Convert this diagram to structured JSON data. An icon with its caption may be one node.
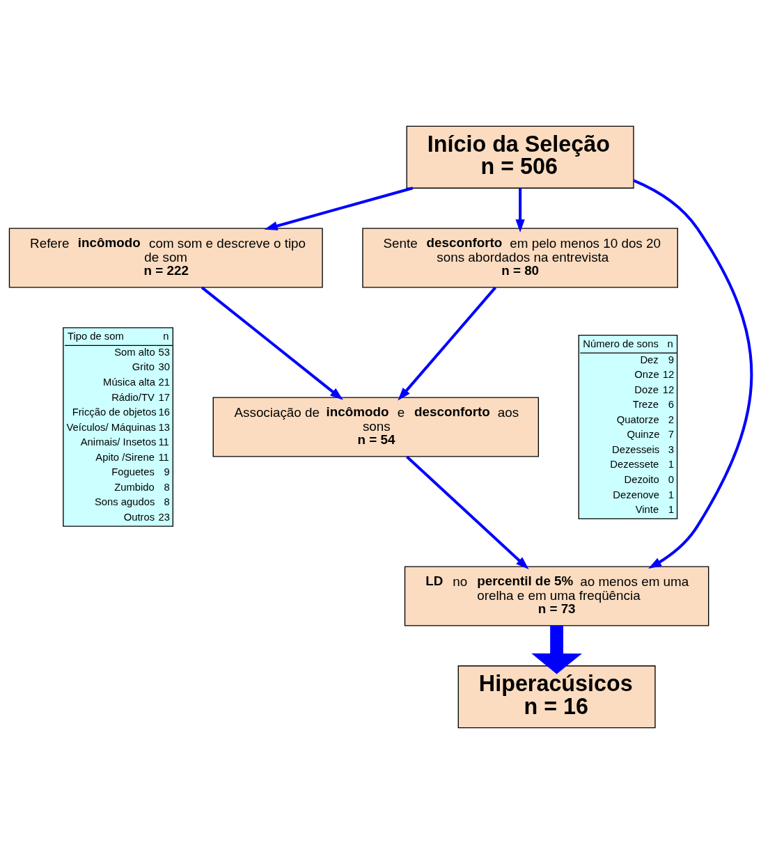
{
  "diagram": {
    "nodes": [
      {
        "text": [
          "Início da Seleção",
          "n = 506"
        ]
      },
      {
        "text": [
          "Refere **incômodo** com som e descreve o tipo de som",
          "**n = 222**"
        ]
      },
      {
        "text": [
          "Sente **desconforto** em pelo menos 10 dos 20 sons abordados na entrevista",
          "**n = 80**"
        ]
      },
      {
        "text": [
          "Tipo de som",
          "n",
          "Som alto",
          "53",
          "Grito",
          "30",
          "Música alta",
          "21",
          "Rádio/TV",
          "17",
          "Fricção de objetos",
          "16",
          "Veículos/ Máquinas",
          "13",
          "Animais/ Insetos",
          "11",
          "Apito /Sirene",
          "11",
          "Foguetes",
          "9",
          "Zumbido",
          "8",
          "Sons agudos",
          "8",
          "Outros",
          "23"
        ]
      },
      {
        "text": [
          "Número de sons",
          "n",
          "Dez",
          "9",
          "Onze",
          "12",
          "Doze",
          "12",
          "Treze",
          "6",
          "Quatorze",
          "2",
          "Quinze",
          "7",
          "Dezesseis",
          "3",
          "Dezessete",
          "1",
          "Dezoito",
          "0",
          "Dezenove",
          "1",
          "Vinte",
          "1"
        ]
      },
      {
        "text": [
          "Associação de **incômodo** e **desconforto** aos sons",
          "**n = 54**"
        ]
      },
      {
        "text": [
          "**LD** no **percentil de 5%** ao menos em uma orelha e em uma freqüência",
          "**n = 73**"
        ]
      },
      {
        "text": [
          "Hiperacúsicos",
          "n = 16"
        ]
      }
    ],
    "edges": [
      {
        "from": 0,
        "to": 1,
        "arrow": "to"
      },
      {
        "from": 0,
        "to": 2,
        "arrow": "to"
      },
      {
        "from": 1,
        "to": 5,
        "arrow": "to"
      },
      {
        "from": 2,
        "to": 5,
        "arrow": "to"
      },
      {
        "from": 5,
        "to": 6,
        "arrow": "to"
      },
      {
        "from": 0,
        "to": 6,
        "arrow": "to"
      },
      {
        "from": 6,
        "to": 7,
        "arrow": "to",
        "style": "thick"
      }
    ]
  }
}
